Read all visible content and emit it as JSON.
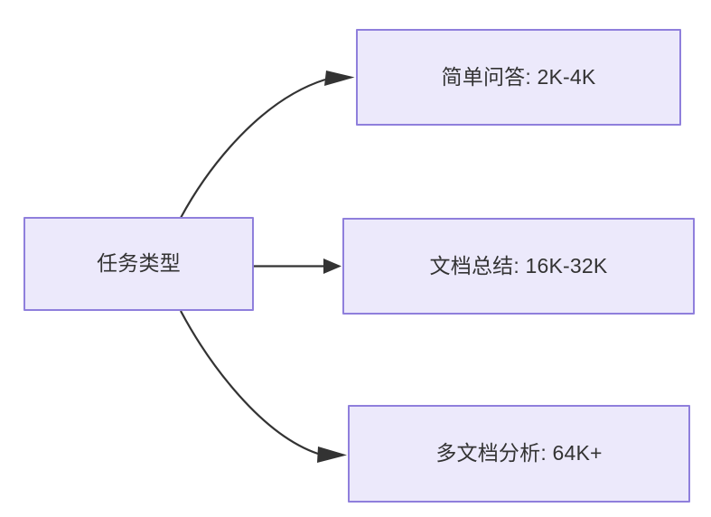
{
  "diagram": {
    "type": "flowchart",
    "direction": "left-to-right",
    "background_color": "#ffffff",
    "node_fill_color": "#ece9fb",
    "node_border_color": "#8f7fdc",
    "node_text_color": "#333333",
    "edge_color": "#333333",
    "root": {
      "id": "task-type",
      "label": "任务类型"
    },
    "branches": [
      {
        "id": "simple-qa",
        "label": "简单问答: 2K-4K",
        "edge_style": "curved"
      },
      {
        "id": "doc-summary",
        "label": "文档总结: 16K-32K",
        "edge_style": "straight"
      },
      {
        "id": "multi-doc-analysis",
        "label": "多文档分析: 64K+",
        "edge_style": "curved"
      }
    ]
  }
}
